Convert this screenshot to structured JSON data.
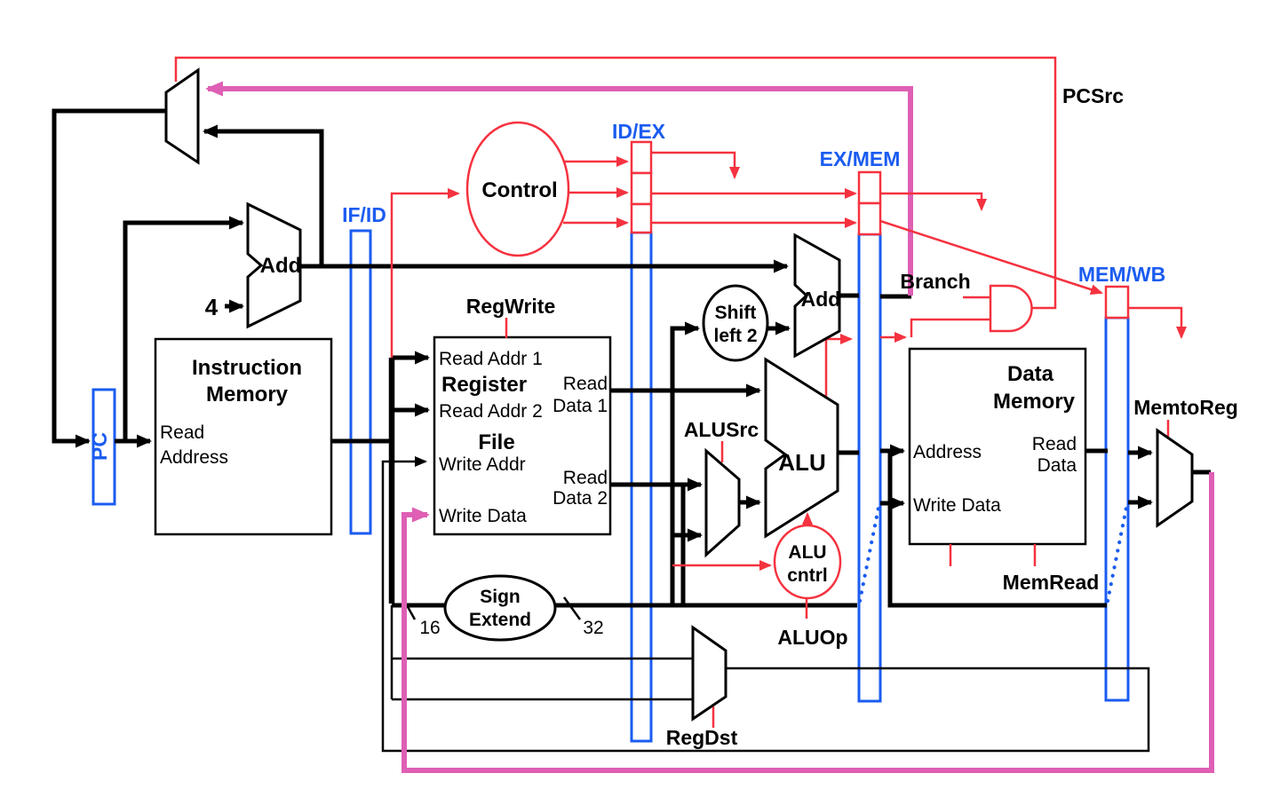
{
  "colors": {
    "black": "#000000",
    "red": "#f5323f",
    "blue": "#1b5cf0",
    "pink": "#de5fb4",
    "bg": "#ffffff"
  },
  "labels": {
    "pc": "PC",
    "if_id": "IF/ID",
    "id_ex": "ID/EX",
    "ex_mem": "EX/MEM",
    "mem_wb": "MEM/WB",
    "pcsrc": "PCSrc",
    "branch": "Branch",
    "regwrite": "RegWrite",
    "alusrc": "ALUSrc",
    "aluop": "ALUOp",
    "memread": "MemRead",
    "memtoreg": "MemtoReg",
    "regdst": "RegDst",
    "control": "Control",
    "add_pc": "Add",
    "add_branch": "Add",
    "alu": "ALU",
    "shift_1": "Shift",
    "shift_2": "left 2",
    "sign_1": "Sign",
    "sign_2": "Extend",
    "alucntrl_1": "ALU",
    "alucntrl_2": "cntrl",
    "const_4": "4",
    "bus_16": "16",
    "bus_32": "32",
    "imem_title_1": "Instruction",
    "imem_title_2": "Memory",
    "imem_read": "Read",
    "imem_address": "Address",
    "rf_read_addr_1": "Read Addr 1",
    "rf_register": "Register",
    "rf_read_addr_2": "Read Addr 2",
    "rf_file": "File",
    "rf_write_addr": "Write Addr",
    "rf_write_data": "Write Data",
    "rf_read_1a": "Read",
    "rf_read_1b": "Data 1",
    "rf_read_2a": "Read",
    "rf_read_2b": "Data 2",
    "dm_title_1": "Data",
    "dm_title_2": "Memory",
    "dm_address": "Address",
    "dm_write_data": "Write Data",
    "dm_read_a": "Read",
    "dm_read_b": "Data"
  }
}
